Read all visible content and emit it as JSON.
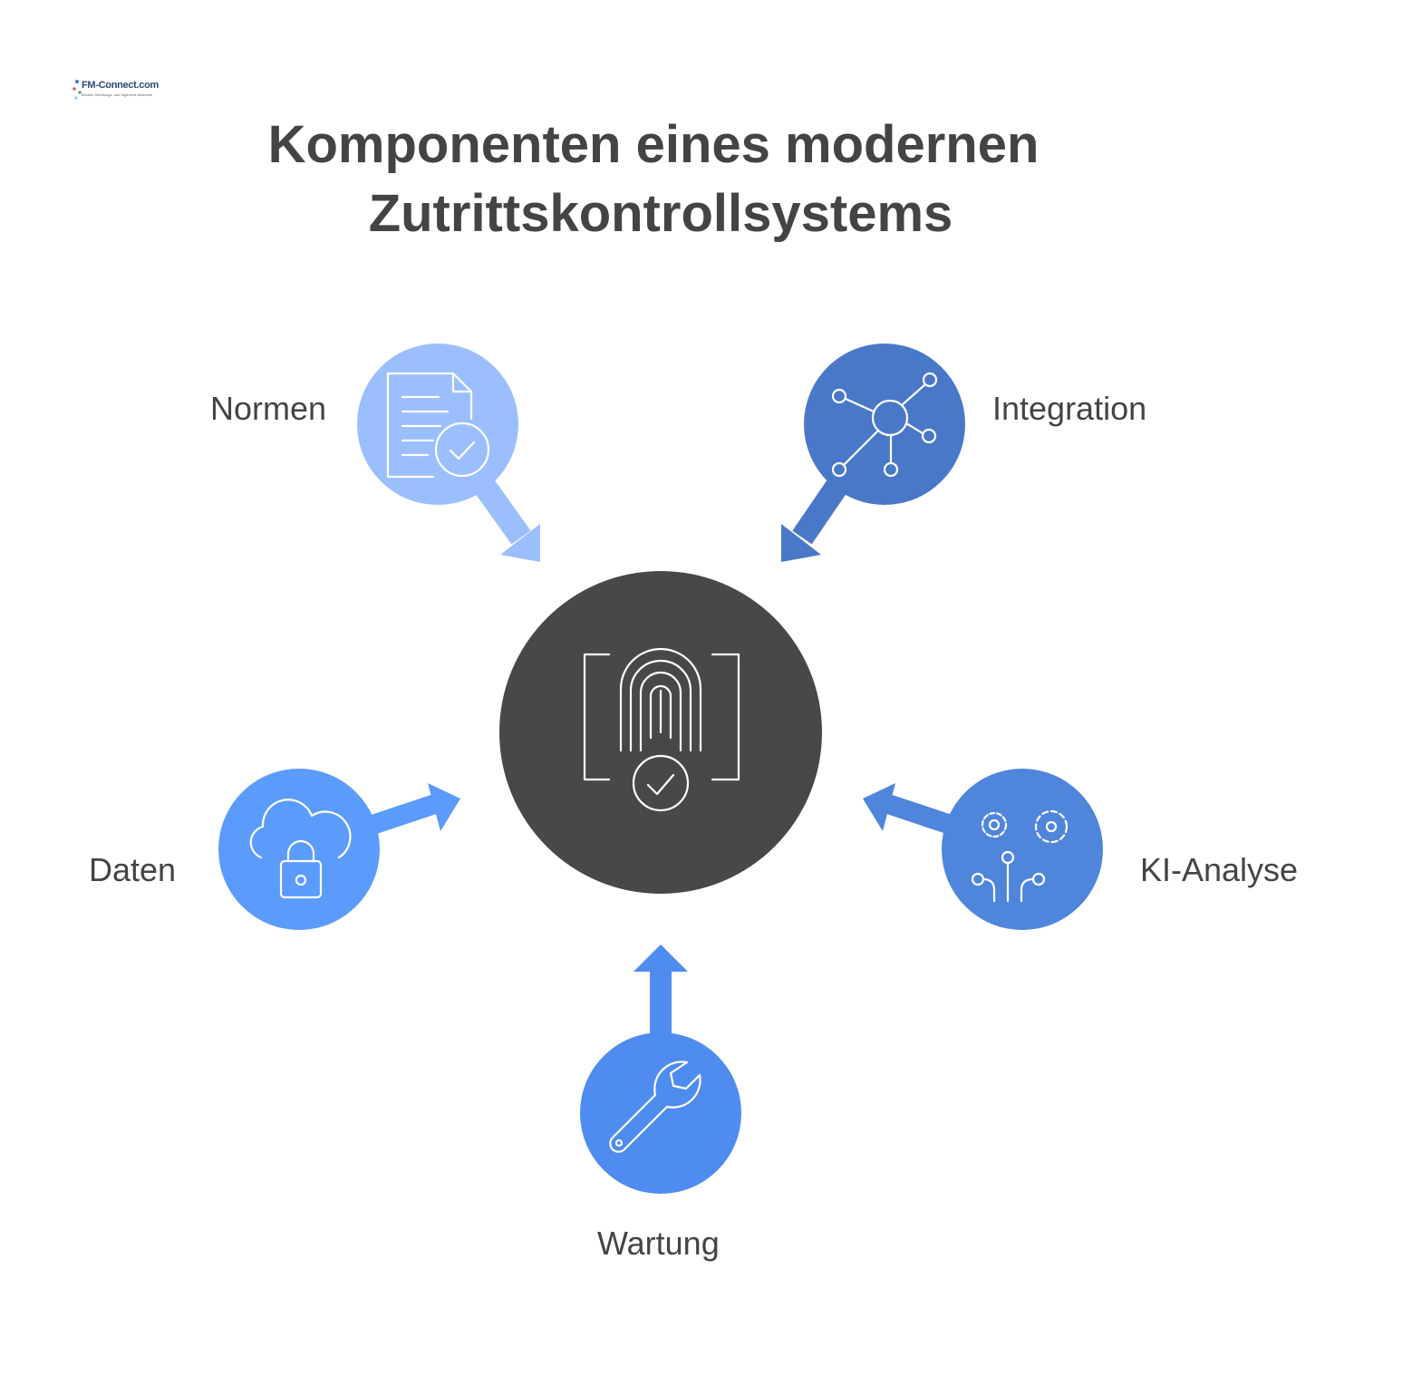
{
  "logo": {
    "text": "FM-Connect.com",
    "subtext": "Berater, Beratungs- und Ingenieur-Netzwerk"
  },
  "title": {
    "line1": "Komponenten eines modernen",
    "line2": "Zutrittskontrollsystems"
  },
  "center": {
    "icon": "fingerprint-check-icon",
    "color": "#484848"
  },
  "components": [
    {
      "id": "normen",
      "label": "Normen",
      "icon": "document-check-icon",
      "color": "#9abffc"
    },
    {
      "id": "integration",
      "label": "Integration",
      "icon": "network-hub-icon",
      "color": "#4a78c8"
    },
    {
      "id": "daten",
      "label": "Daten",
      "icon": "cloud-lock-icon",
      "color": "#5b9bfb"
    },
    {
      "id": "ki-analyse",
      "label": "KI-Analyse",
      "icon": "gears-circuit-icon",
      "color": "#4f86dc"
    },
    {
      "id": "wartung",
      "label": "Wartung",
      "icon": "wrench-icon",
      "color": "#4f8cf0"
    }
  ]
}
